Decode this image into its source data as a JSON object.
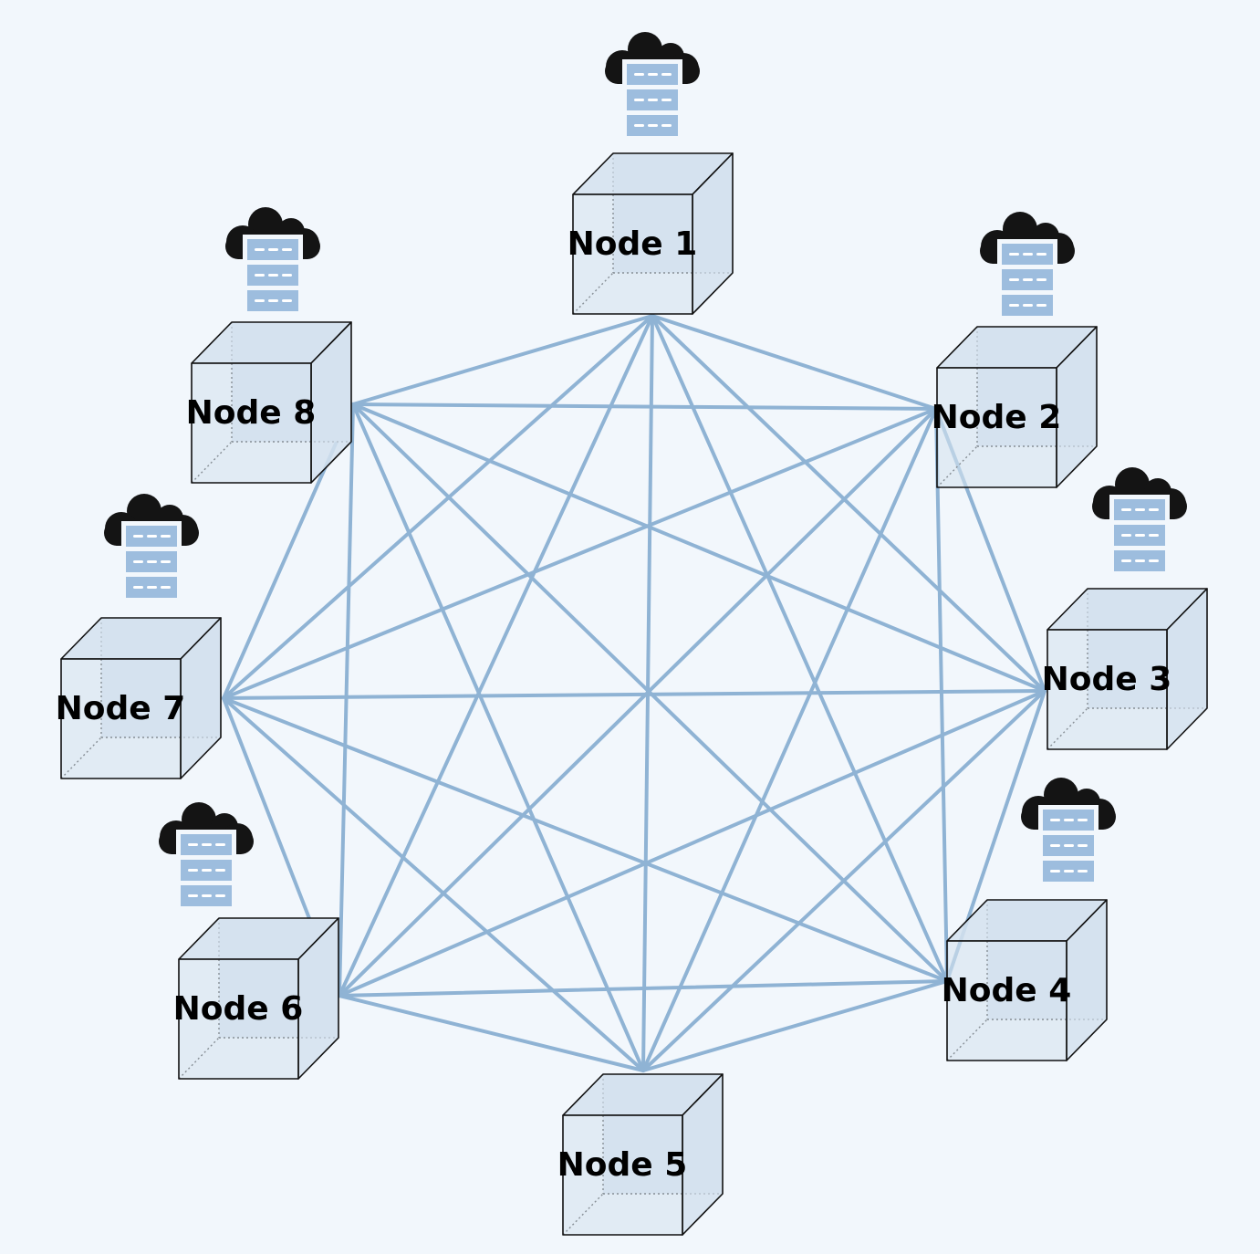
{
  "colors": {
    "background": "#f2f7fc",
    "link": "#8fb3d4",
    "cube_fill": "#d5e2ef",
    "cube_stroke": "#111111",
    "cloud": "#141414",
    "server": "#9dbdde"
  },
  "icons": {
    "cloud_server": "cloud-server-icon",
    "node": "cube-icon"
  },
  "topology": "full-mesh",
  "nodes": [
    {
      "id": "n1",
      "label": "Node 1"
    },
    {
      "id": "n2",
      "label": "Node 2"
    },
    {
      "id": "n3",
      "label": "Node 3"
    },
    {
      "id": "n4",
      "label": "Node 4"
    },
    {
      "id": "n5",
      "label": "Node 5"
    },
    {
      "id": "n6",
      "label": "Node 6"
    },
    {
      "id": "n7",
      "label": "Node 7"
    },
    {
      "id": "n8",
      "label": "Node 8"
    }
  ]
}
